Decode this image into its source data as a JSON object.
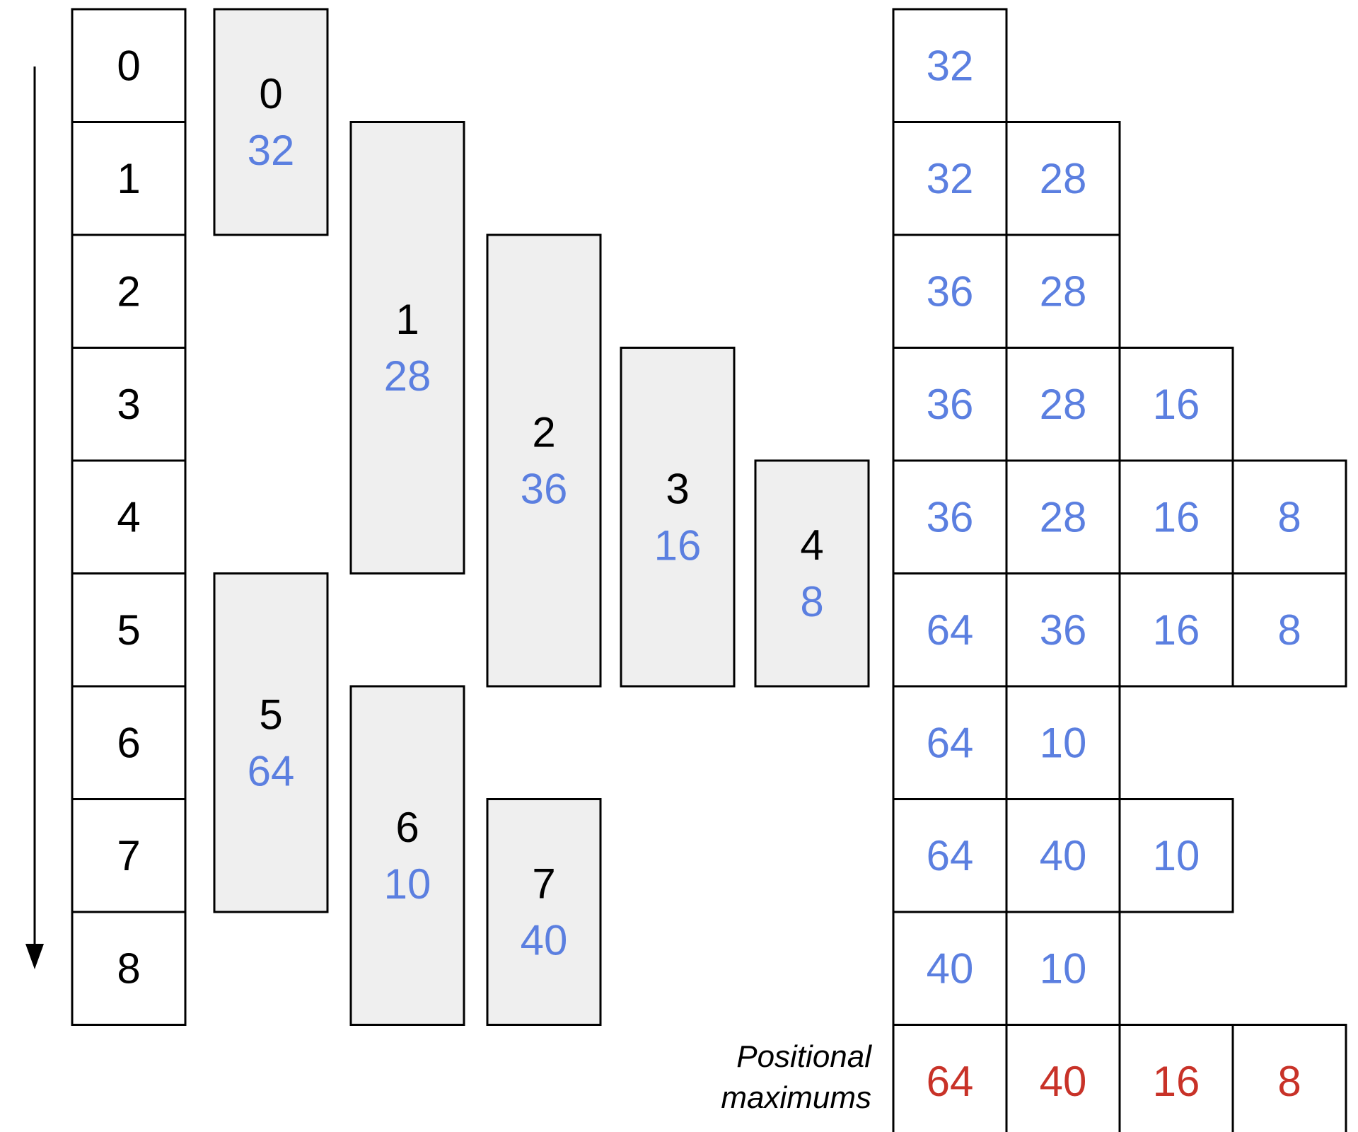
{
  "colors": {
    "index": "#000000",
    "value": "#5b7fe0",
    "max": "#c83228",
    "bar_fill": "#efefef",
    "stroke": "#000000"
  },
  "index_column": {
    "cells": [
      "0",
      "1",
      "2",
      "3",
      "4",
      "5",
      "6",
      "7",
      "8"
    ]
  },
  "intervals": [
    {
      "id": "0",
      "value": "32",
      "start": 0,
      "end": 1
    },
    {
      "id": "1",
      "value": "28",
      "start": 1,
      "end": 4
    },
    {
      "id": "2",
      "value": "36",
      "start": 2,
      "end": 5
    },
    {
      "id": "3",
      "value": "16",
      "start": 3,
      "end": 5
    },
    {
      "id": "4",
      "value": "8",
      "start": 4,
      "end": 5
    },
    {
      "id": "5",
      "value": "64",
      "start": 5,
      "end": 7
    },
    {
      "id": "6",
      "value": "10",
      "start": 6,
      "end": 8
    },
    {
      "id": "7",
      "value": "40",
      "start": 7,
      "end": 8
    }
  ],
  "stack_rows": [
    [
      "32"
    ],
    [
      "32",
      "28"
    ],
    [
      "36",
      "28"
    ],
    [
      "36",
      "28",
      "16"
    ],
    [
      "36",
      "28",
      "16",
      "8"
    ],
    [
      "64",
      "36",
      "16",
      "8"
    ],
    [
      "64",
      "10"
    ],
    [
      "64",
      "40",
      "10"
    ],
    [
      "40",
      "10"
    ]
  ],
  "positional_maximums": {
    "label_line1": "Positional",
    "label_line2": "maximums",
    "values": [
      "64",
      "40",
      "16",
      "8"
    ]
  }
}
